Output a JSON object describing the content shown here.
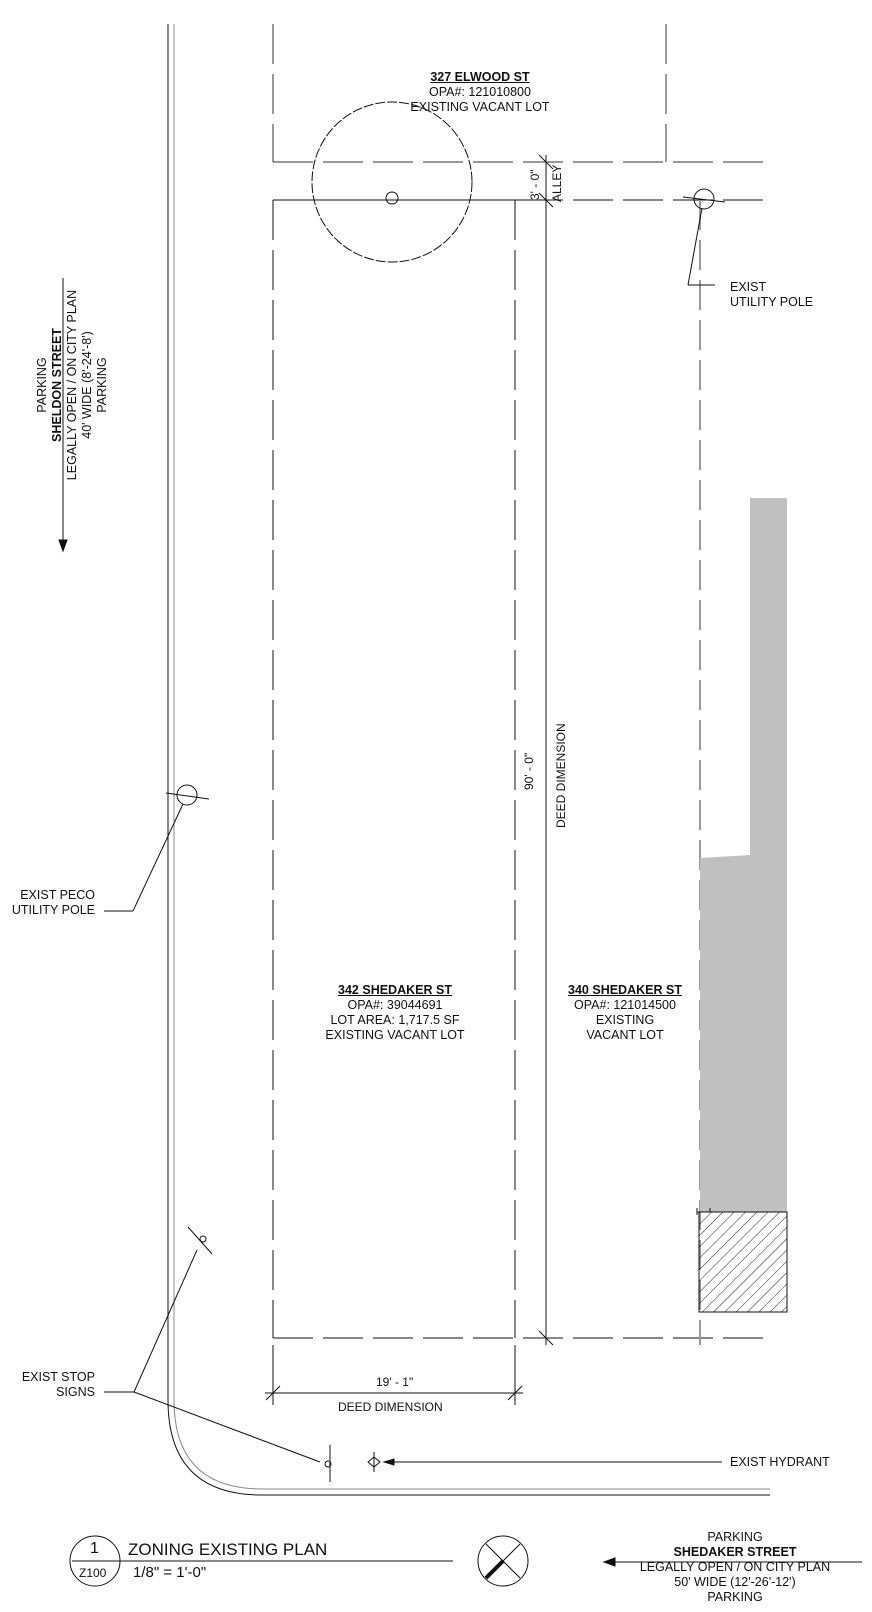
{
  "lots": {
    "north": {
      "title": "327 ELWOOD ST",
      "opa": "OPA#: 121010800",
      "status": "EXISTING VACANT LOT"
    },
    "subject": {
      "title": "342 SHEDAKER ST",
      "opa": "OPA#: 39044691",
      "area": "LOT AREA: 1,717.5 SF",
      "status": "EXISTING VACANT LOT"
    },
    "east": {
      "title": "340 SHEDAKER ST",
      "opa": "OPA#: 121014500",
      "status_line1": "EXISTING",
      "status_line2": "VACANT LOT"
    }
  },
  "dimensions": {
    "alley_width": "3' - 0\"",
    "alley_label": "ALLEY",
    "lot_depth": "90' - 0\"",
    "lot_depth_label": "DEED DIMENSION",
    "lot_width": "19' - 1\"",
    "lot_width_label": "DEED DIMENSION"
  },
  "callouts": {
    "utility_pole": {
      "line1": "EXIST",
      "line2": "UTILITY POLE"
    },
    "peco_pole": {
      "line1": "EXIST PECO",
      "line2": "UTILITY POLE"
    },
    "stop_signs": {
      "line1": "EXIST STOP",
      "line2": "SIGNS"
    },
    "hydrant": {
      "line1": "EXIST HYDRANT"
    }
  },
  "streets": {
    "sheldon": {
      "line1": "PARKING",
      "name": "SHELDON STREET",
      "line3": "LEGALLY OPEN / ON CITY PLAN",
      "line4": "40' WIDE (8'-24'-8')",
      "line5": "PARKING"
    },
    "shedaker": {
      "line1": "PARKING",
      "name": "SHEDAKER STREET",
      "line3": "LEGALLY OPEN / ON CITY PLAN",
      "line4": "50' WIDE (12'-26'-12')",
      "line5": "PARKING"
    }
  },
  "view": {
    "number": "1",
    "sheet": "Z100",
    "title": "ZONING EXISTING PLAN",
    "scale": "1/8\" = 1'-0\""
  },
  "colors": {
    "line": "#111111",
    "gray_line": "#999999",
    "building_fill": "#c0c0c0"
  }
}
